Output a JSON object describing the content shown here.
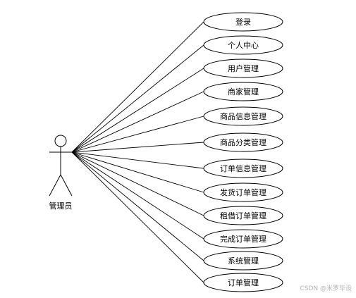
{
  "actor": {
    "label": "管理员",
    "icon": "stick-figure-icon"
  },
  "use_cases": [
    {
      "label": "登录"
    },
    {
      "label": "个人中心"
    },
    {
      "label": "用户管理"
    },
    {
      "label": "商家管理"
    },
    {
      "label": "商品信息管理"
    },
    {
      "label": "商品分类管理"
    },
    {
      "label": "订单信息管理"
    },
    {
      "label": "发货订单管理"
    },
    {
      "label": "租借订单管理"
    },
    {
      "label": "完成订单管理"
    },
    {
      "label": "系统管理"
    },
    {
      "label": "订单管理"
    }
  ],
  "watermark": "CSDN @米罗毕设",
  "colors": {
    "line": "#000000",
    "background": "#ffffff"
  }
}
